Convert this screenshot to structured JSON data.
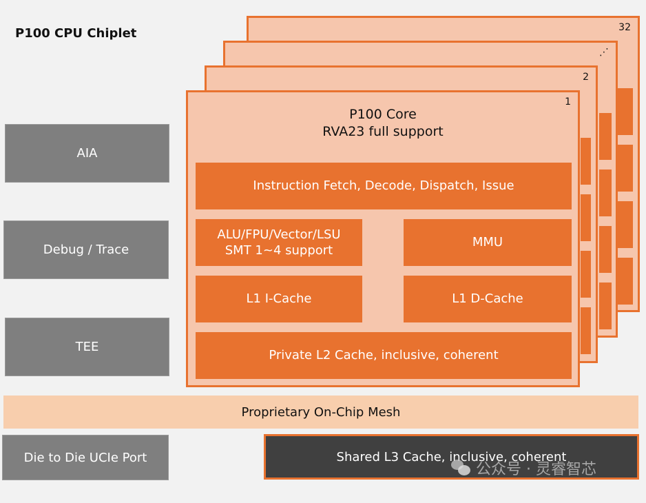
{
  "title": "P100 CPU Chiplet",
  "left_blocks": {
    "aia": "AIA",
    "debug": "Debug / Trace",
    "tee": "TEE",
    "d2d": "Die to Die UCIe Port"
  },
  "core_stack": {
    "labels": [
      "1",
      "2",
      "⋰",
      "32"
    ],
    "core_name": "P100 Core",
    "core_subtitle": "RVA23 full support",
    "blocks": {
      "fetch": "Instruction Fetch, Decode, Dispatch, Issue",
      "exec_line1": "ALU/FPU/Vector/LSU",
      "exec_line2": "SMT 1~4 support",
      "mmu": "MMU",
      "l1i": "L1 I-Cache",
      "l1d": "L1 D-Cache",
      "l2": "Private L2 Cache, inclusive, coherent"
    }
  },
  "mesh": "Proprietary On-Chip Mesh",
  "l3": "Shared L3 Cache, inclusive, coherent",
  "watermark": "公众号 · 灵睿智芯",
  "colors": {
    "orange": "#e8722f",
    "peach": "#f6c6ad",
    "grey": "#7f7f7f",
    "dark": "#404040"
  }
}
